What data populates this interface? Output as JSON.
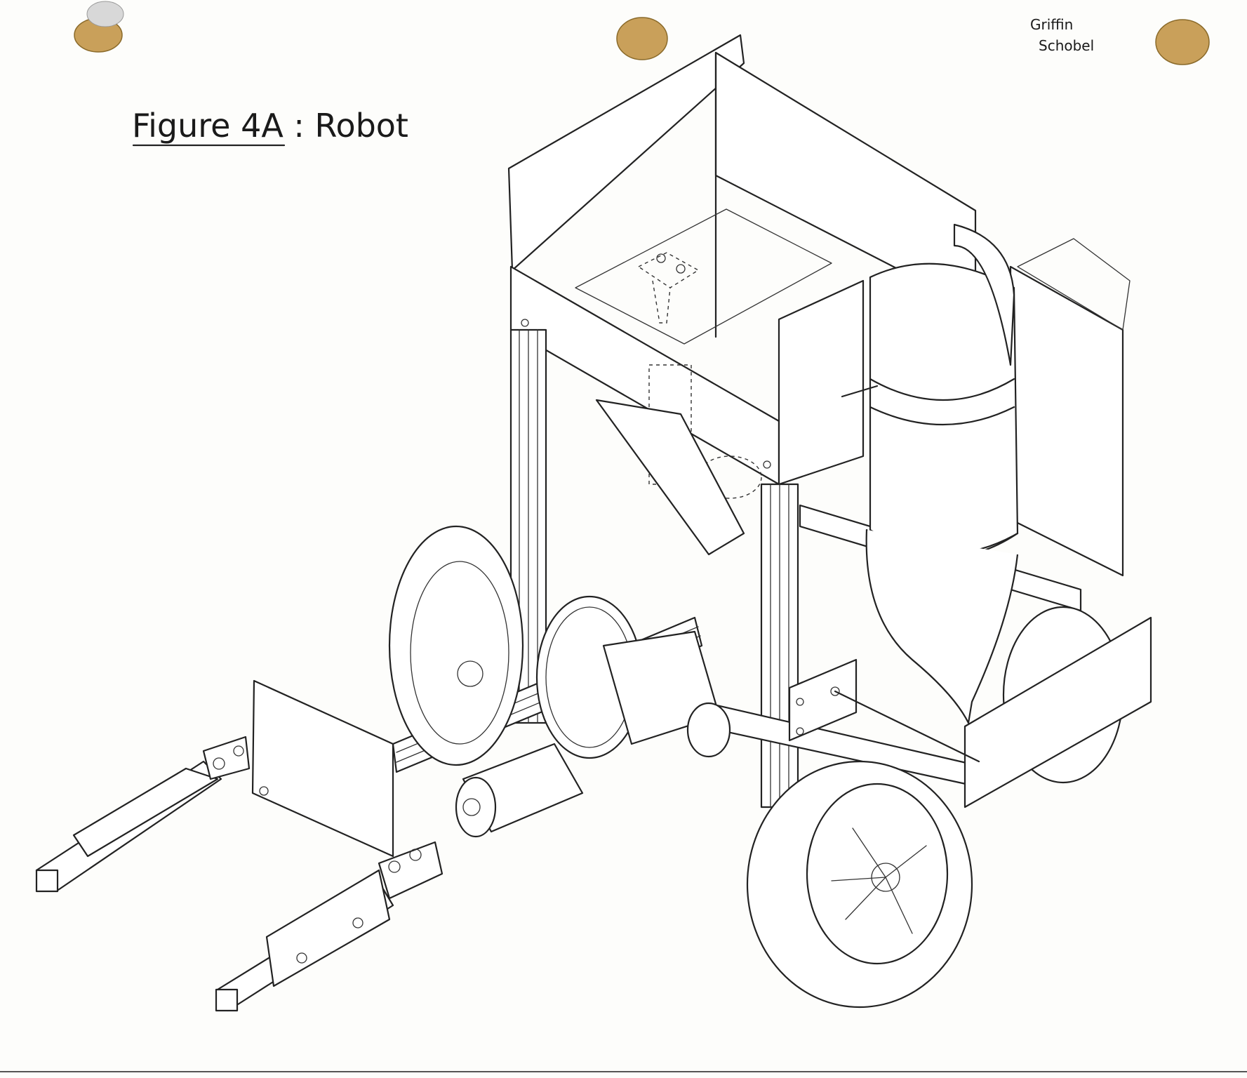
{
  "title": "Figure 4A : Robot",
  "author": {
    "first_name": "Griffin",
    "last_name": "Schobel"
  },
  "colors": {
    "paper": "#fdfdfb",
    "ink": "#222222",
    "tack": "#c9a05a"
  },
  "icons": [
    "thumbtack-icon",
    "thumbtack-icon",
    "thumbtack-icon"
  ]
}
